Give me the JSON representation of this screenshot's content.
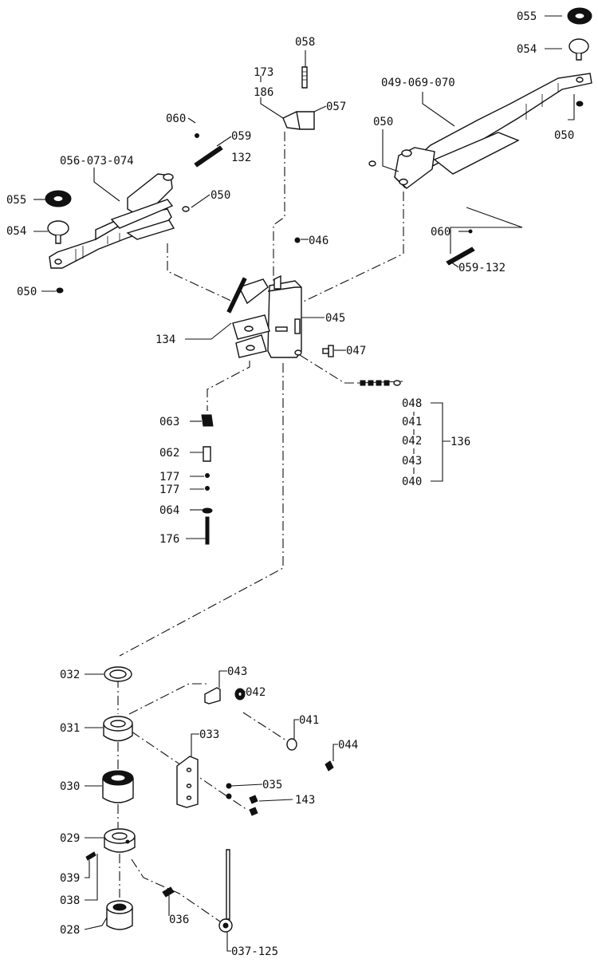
{
  "labels": {
    "p055_r": "055",
    "p054_r": "054",
    "p049": "049-069-070",
    "p050_r": "050",
    "p050_mr": "050",
    "p058": "058",
    "p173": "173",
    "p186": "186",
    "p057": "057",
    "p060_l": "060",
    "p059": "059",
    "p132": "132",
    "p056": "056-073-074",
    "p050_ml": "050",
    "p055_l": "055",
    "p054_l": "054",
    "p050_l": "050",
    "p046": "046",
    "p060_r": "060",
    "p059_132": "059-132",
    "p045": "045",
    "p134": "134",
    "p047": "047",
    "p048": "048",
    "p041_s": "041",
    "p042_s": "042",
    "p043_s": "043",
    "p040": "040",
    "p136": "136",
    "p063": "063",
    "p062": "062",
    "p177a": "177",
    "p177b": "177",
    "p064": "064",
    "p176": "176",
    "p032": "032",
    "p043": "043",
    "p042": "042",
    "p041": "041",
    "p044": "044",
    "p031": "031",
    "p033": "033",
    "p035": "035",
    "p143": "143",
    "p030": "030",
    "p029": "029",
    "p039": "039",
    "p038": "038",
    "p028": "028",
    "p036": "036",
    "p037_125": "037-125"
  },
  "icons": {
    "washer": "washer-icon",
    "bolt": "bolt-icon",
    "sleeve": "sleeve-icon"
  }
}
